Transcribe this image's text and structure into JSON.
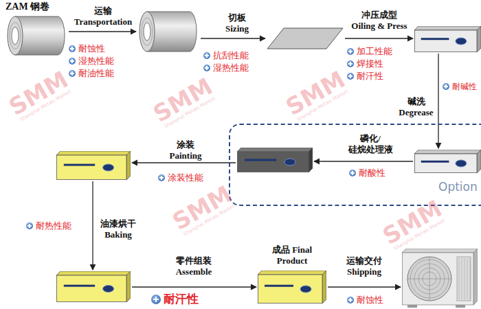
{
  "diagram": {
    "nodes": [
      {
        "text": [
          "ZAM 钢卷"
        ]
      },
      {
        "text": []
      },
      {
        "text": []
      },
      {
        "text": []
      },
      {
        "text": [
          "Option"
        ]
      },
      {
        "text": [],
        "in": 4
      },
      {
        "text": [],
        "in": 4
      },
      {
        "text": []
      },
      {
        "text": []
      },
      {
        "text": [
          "成品 Final Product"
        ]
      },
      {
        "text": []
      }
    ],
    "edges": [
      {
        "from": 0,
        "to": 1,
        "arrow": "to",
        "label": "运输 Transportation"
      },
      {
        "from": 1,
        "to": 2,
        "arrow": "to",
        "label": "切板 Sizing"
      },
      {
        "from": 2,
        "to": 3,
        "arrow": "to",
        "label": "冲压成型 Oiling & Press"
      },
      {
        "from": 3,
        "to": 5,
        "arrow": "to",
        "label": "碱洗 Degrease"
      },
      {
        "from": 5,
        "to": 6,
        "arrow": "to",
        "label": "磷化/硅烷处理液"
      },
      {
        "from": 6,
        "to": 7,
        "arrow": "to",
        "label": "涂装 Painting"
      },
      {
        "from": 7,
        "to": 8,
        "arrow": "to",
        "label": "油漆烘干 Baking"
      },
      {
        "from": 8,
        "to": 9,
        "arrow": "to",
        "label": "零件组装 Assemble"
      },
      {
        "from": 9,
        "to": 10,
        "arrow": "to",
        "label": "运输交付 Shipping"
      }
    ],
    "labels": [
      "耐蚀性",
      "湿热性能",
      "耐油性能",
      "抗刮性能",
      "湿热性能",
      "加工性能",
      "焊接性",
      "耐汗性",
      "耐碱性",
      "耐酸性",
      "涂装性能",
      "耐热性能",
      "耐汗性",
      "耐蚀性",
      "SMM",
      "Shanghai Metals Market",
      "SMM",
      "Shanghai Metals Market",
      "SMM",
      "Shanghai Metals Market",
      "SMM",
      "Shanghai Metals Market",
      "SMM",
      "Shanghai Metals Market"
    ]
  }
}
